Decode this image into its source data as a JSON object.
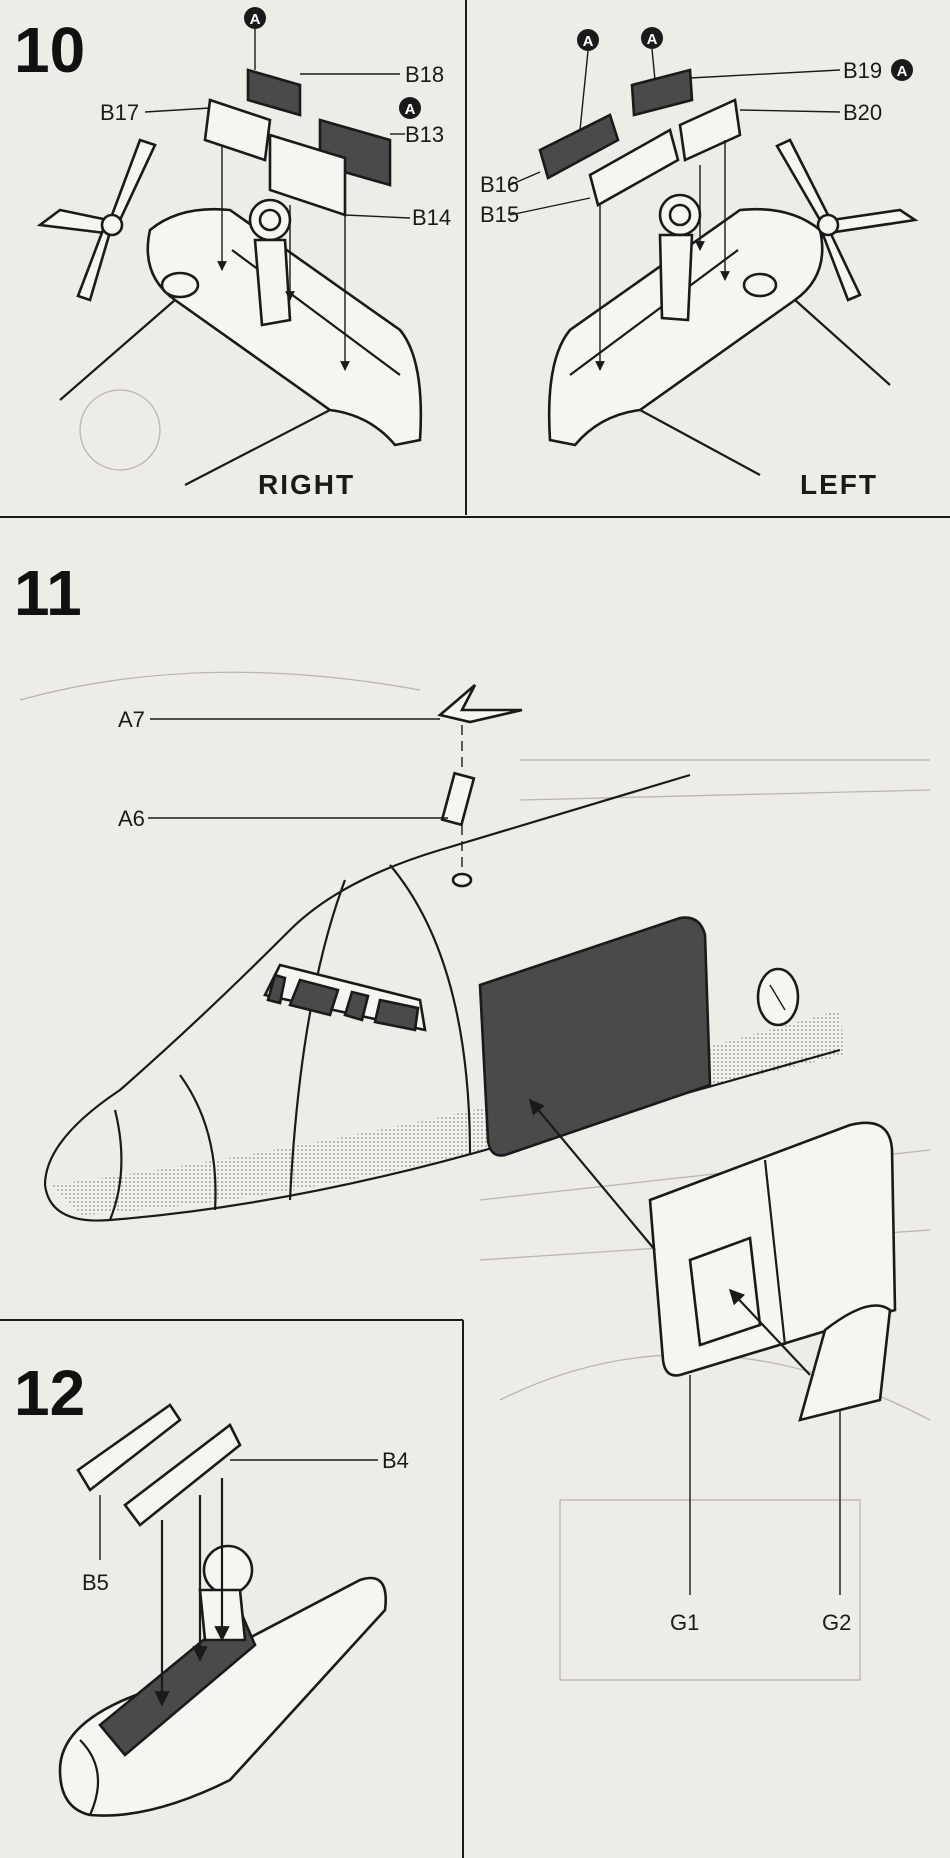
{
  "steps": [
    {
      "number": "10",
      "views": [
        "RIGHT",
        "LEFT"
      ]
    },
    {
      "number": "11"
    },
    {
      "number": "12"
    }
  ],
  "step10": {
    "marker": "A",
    "right_labels": {
      "b17": "B17",
      "b18": "B18",
      "b13": "B13",
      "b14": "B14"
    },
    "left_labels": {
      "b16": "B16",
      "b15": "B15",
      "b19": "B19",
      "b20": "B20"
    }
  },
  "step11": {
    "labels": {
      "a7": "A7",
      "a6": "A6",
      "g1": "G1",
      "g2": "G2"
    }
  },
  "step12": {
    "labels": {
      "b4": "B4",
      "b5": "B5"
    }
  },
  "colors": {
    "paper": "#eeece7",
    "ink": "#1a1a1a",
    "shade": "#4a4a4a"
  }
}
